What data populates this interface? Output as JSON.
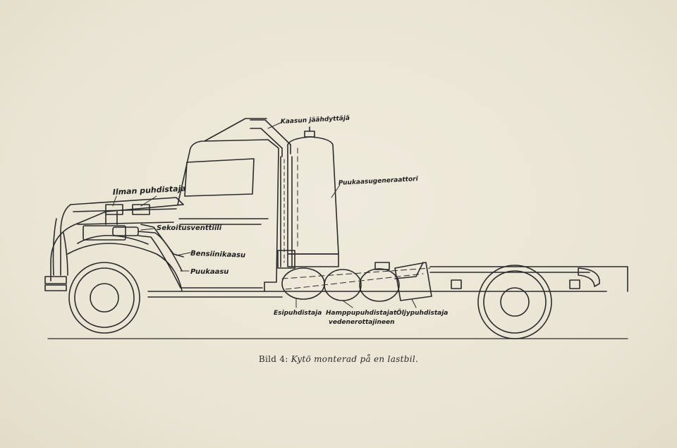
{
  "labels": {
    "gas_cooler": "Kaasun jäähdyttäjä",
    "generator": "Puukaasugeneraattori",
    "air_cleaner": "Ilman puhdistaja",
    "mixing_valve": "Sekoitusventtiili",
    "petrol_gas": "Bensiinikaasu",
    "wood_gas": "Puukaasu",
    "pre_cleaner": "Esipuhdistaja",
    "hemp_cleaners_line1": "Hamppupuhdistajat",
    "hemp_cleaners_line2": "vedenerottajineen",
    "oil_cleaner": "Öljypuhdistaja"
  },
  "caption": {
    "prefix": "Bild 4:",
    "text": "Kytö monterad på en lastbil."
  }
}
